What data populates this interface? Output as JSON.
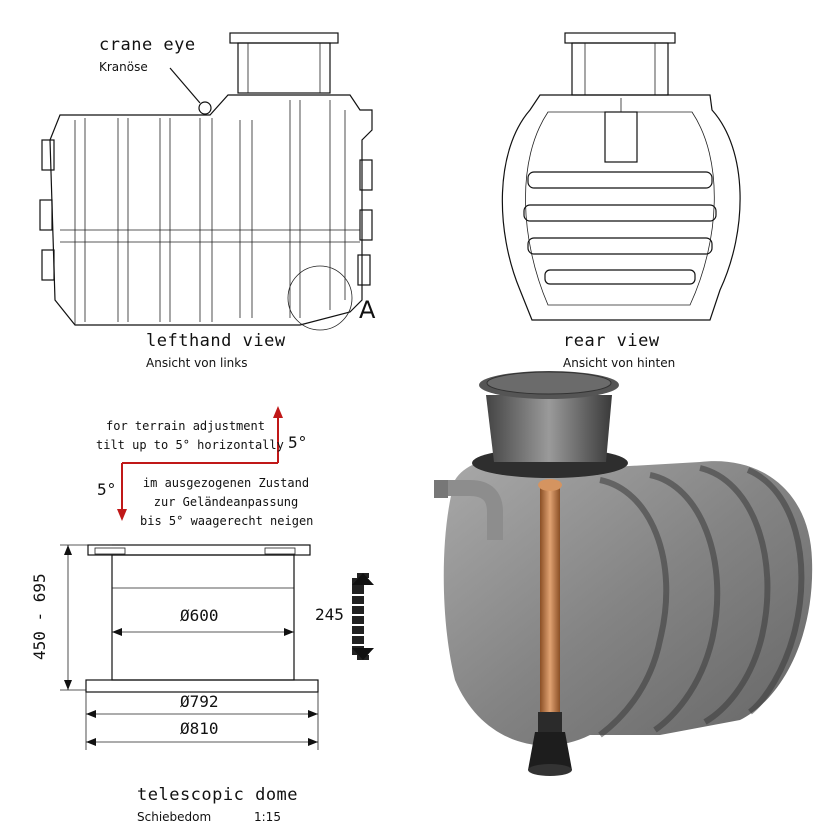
{
  "crane_eye": {
    "label": "crane eye",
    "sublabel": "Kranöse"
  },
  "detail_marker": "A",
  "lefthand_view": {
    "label": "lefthand view",
    "sublabel": "Ansicht von links"
  },
  "rear_view": {
    "label": "rear view",
    "sublabel": "Ansicht von hinten"
  },
  "terrain_note_en": [
    "for terrain adjustment",
    "tilt up to 5° horizontally"
  ],
  "terrain_note_de": [
    "im ausgezogenen Zustand",
    "zur Geländeanpassung",
    "bis 5° waagerecht neigen"
  ],
  "tilt_up": "5°",
  "tilt_down": "5°",
  "dimensions": {
    "height_range": "450 - 695",
    "dia_600": "Ø600",
    "dia_792": "Ø792",
    "dia_810": "Ø810",
    "stroke_245": "245"
  },
  "telescopic_dome": {
    "label": "telescopic dome",
    "sublabel": "Schiebedom",
    "scale": "1:15"
  },
  "colors": {
    "arrow_red": "#c01818",
    "tank_grey": "#6e6e6e",
    "pipe_copper": "#c07a45"
  }
}
